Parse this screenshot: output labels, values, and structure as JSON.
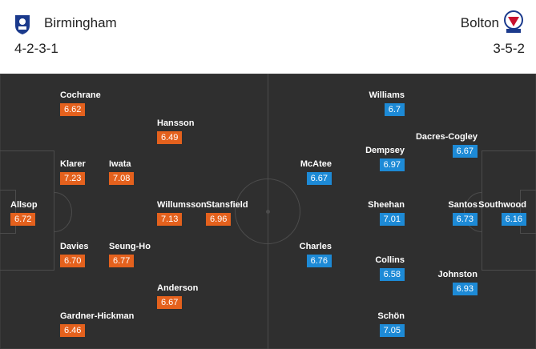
{
  "home": {
    "name": "Birmingham",
    "formation": "4-2-3-1",
    "crest_icon": "birmingham-crest-icon",
    "rating_color": "#e4611d",
    "players": [
      {
        "name": "Cochrane",
        "rating": "6.62"
      },
      {
        "name": "Hansson",
        "rating": "6.49"
      },
      {
        "name": "Klarer",
        "rating": "7.23"
      },
      {
        "name": "Iwata",
        "rating": "7.08"
      },
      {
        "name": "Allsop",
        "rating": "6.72"
      },
      {
        "name": "Willumsson",
        "rating": "7.13"
      },
      {
        "name": "Stansfield",
        "rating": "6.96"
      },
      {
        "name": "Davies",
        "rating": "6.70"
      },
      {
        "name": "Seung-Ho",
        "rating": "6.77"
      },
      {
        "name": "Anderson",
        "rating": "6.67"
      },
      {
        "name": "Gardner-Hickman",
        "rating": "6.46"
      }
    ]
  },
  "away": {
    "name": "Bolton",
    "formation": "3-5-2",
    "crest_icon": "bolton-crest-icon",
    "rating_color": "#1d8ad6",
    "players": [
      {
        "name": "Williams",
        "rating": "6.7"
      },
      {
        "name": "Dacres-Cogley",
        "rating": "6.67"
      },
      {
        "name": "Dempsey",
        "rating": "6.97"
      },
      {
        "name": "McAtee",
        "rating": "6.67"
      },
      {
        "name": "Sheehan",
        "rating": "7.01"
      },
      {
        "name": "Santos",
        "rating": "6.73"
      },
      {
        "name": "Southwood",
        "rating": "6.16"
      },
      {
        "name": "Charles",
        "rating": "6.76"
      },
      {
        "name": "Collins",
        "rating": "6.58"
      },
      {
        "name": "Johnston",
        "rating": "6.93"
      },
      {
        "name": "Schön",
        "rating": "7.05"
      }
    ]
  }
}
